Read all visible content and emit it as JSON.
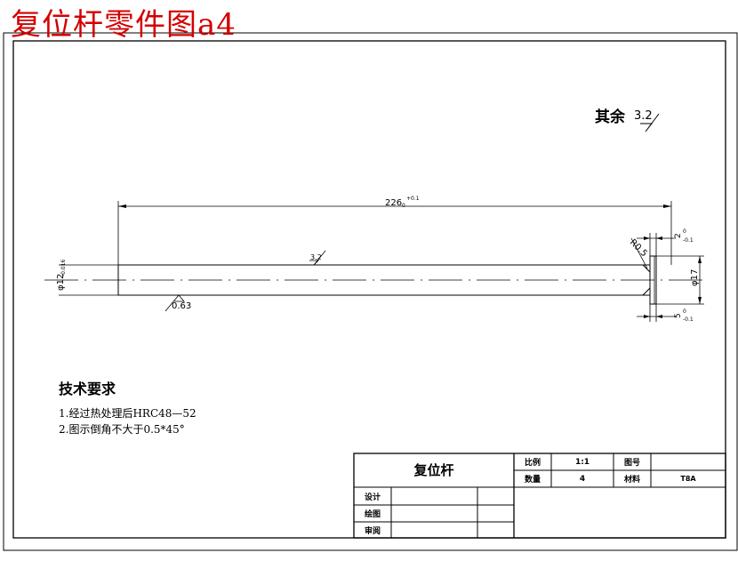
{
  "page_title": "复位杆零件图a4",
  "surface_roughness": {
    "rest_label": "其余",
    "rest_value": "3.2",
    "shaft_top": "3.2",
    "shaft_bottom": "0.63"
  },
  "dimensions": {
    "length_main": "226",
    "length_tol": "+0.1",
    "length_tol_lower": "0",
    "left_diameter": "φ12",
    "left_diameter_tol": "-0.016",
    "chamfer": "R0.5",
    "head_width": "2",
    "head_width_tol_top": "0",
    "head_width_tol_bottom": "-0.1",
    "head_diameter": "φ17",
    "head_offset": "5",
    "head_offset_tol_top": "0",
    "head_offset_tol_bottom": "-0.1"
  },
  "tech_requirements": {
    "heading": "技术要求",
    "items": [
      "1.经过热处理后HRC48—52",
      "2.图示倒角不大于0.5*45°"
    ]
  },
  "title_block": {
    "part_name": "复位杆",
    "scale_label": "比例",
    "scale_value": "1:1",
    "drawing_no_label": "图号",
    "drawing_no_value": "",
    "qty_label": "数量",
    "qty_value": "4",
    "material_label": "材料",
    "material_value": "T8A",
    "design_label": "设计",
    "drawing_label": "绘图",
    "review_label": "审阅"
  }
}
